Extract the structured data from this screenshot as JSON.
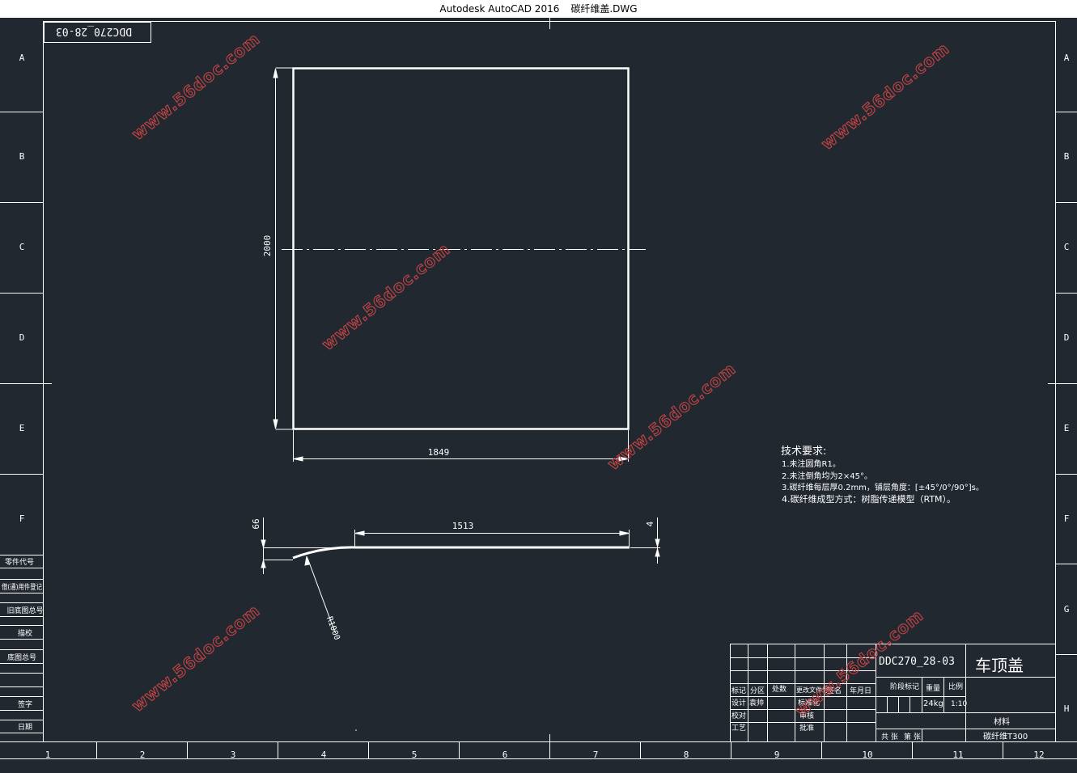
{
  "window": {
    "app_title": "Autodesk AutoCAD 2016",
    "file_name": "碳纤维盖.DWG"
  },
  "frame": {
    "row_labels": [
      "A",
      "B",
      "C",
      "D",
      "E",
      "F",
      "G",
      "H"
    ],
    "column_labels": [
      "1",
      "2",
      "3",
      "4",
      "5",
      "6",
      "7",
      "8",
      "9",
      "10",
      "11",
      "12"
    ],
    "left_strip_labels": [
      "零件代号",
      "借(通)用件登记",
      "旧底图总号",
      "描校",
      "底图总号",
      "签字",
      "日期"
    ],
    "corner_code": "DDC270_28-03"
  },
  "drawing": {
    "dim_height": "2000",
    "dim_width": "1849",
    "dim_flat_length": "1513",
    "dim_rise_left": "66",
    "dim_rise_right": "4",
    "dim_radius": "R1000"
  },
  "tech": {
    "title": "技术要求:",
    "lines": [
      "1.未注圆角R1。",
      "2.未注倒角均为2×45°。",
      "3.碳纤维每层厚0.2mm，铺层角度：[±45°/0°/90°]s。",
      "4.碳纤维成型方式：树脂传递模型（RTM）。"
    ]
  },
  "title_block": {
    "drawing_number": "DDC270_28-03",
    "part_name": "车顶盖",
    "headers": {
      "mark": "标记",
      "zone": "分区",
      "count": "处数",
      "change_doc": "更改文件号",
      "signature": "签名",
      "date": "年月日",
      "stage_mark": "阶段标记",
      "weight": "重量",
      "scale": "比例"
    },
    "roles": {
      "design": "设计",
      "check": "校对",
      "process": "工艺",
      "standardize": "标准化",
      "review": "审核",
      "approve": "批准"
    },
    "designer": "袁帅",
    "weight_value": "24kg",
    "scale_value": "1:10",
    "material_label": "材料",
    "material_value": "碳纤维T300",
    "total_sheets": "共 张",
    "sheet_no": "第 张"
  },
  "watermark": "www.56doc.com",
  "colors": {
    "background": "#212830",
    "lines": "#ffffff",
    "watermark": "#c64444"
  }
}
